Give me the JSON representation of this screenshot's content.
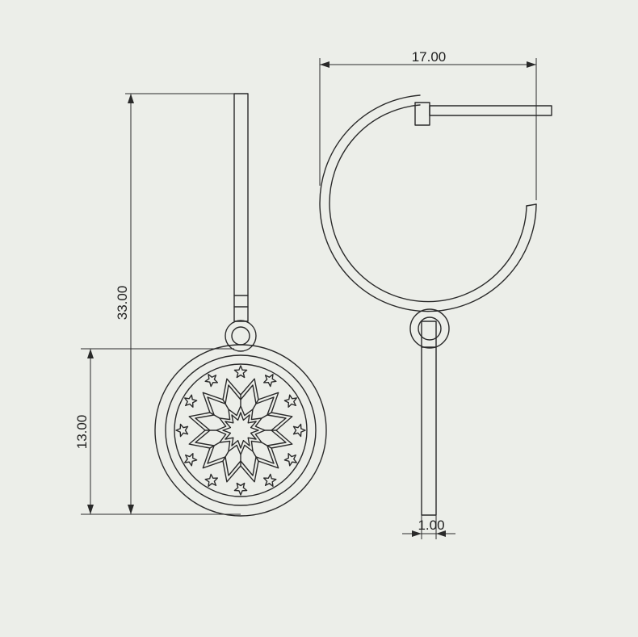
{
  "dimensions": {
    "total_length": "33.00",
    "pendant_diameter": "13.00",
    "hoop_width": "17.00",
    "wire_thickness": "1.00"
  },
  "colors": {
    "background": "#eceee9",
    "line": "#2a2a2a"
  }
}
